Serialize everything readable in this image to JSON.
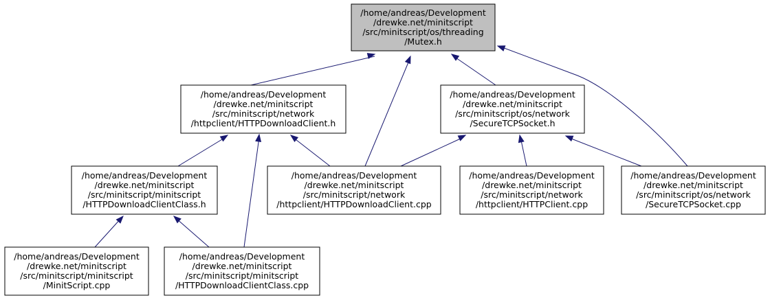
{
  "colors": {
    "edge": "#191970",
    "focus_fill": "#bfbfbf",
    "node_fill": "#ffffff",
    "border": "#000000"
  },
  "nodes": [
    {
      "id": "mutex_h",
      "focus": true,
      "lines": [
        "/home/andreas/Development",
        "/drewke.net/minitscript",
        "/src/minitscript/os/threading",
        "/Mutex.h"
      ]
    },
    {
      "id": "httpdownloadclient_h",
      "lines": [
        "/home/andreas/Development",
        "/drewke.net/minitscript",
        "/src/minitscript/network",
        "/httpclient/HTTPDownloadClient.h"
      ]
    },
    {
      "id": "securetcpsocket_h",
      "lines": [
        "/home/andreas/Development",
        "/drewke.net/minitscript",
        "/src/minitscript/os/network",
        "/SecureTCPSocket.h"
      ]
    },
    {
      "id": "httpdownloadclientclass_h",
      "lines": [
        "/home/andreas/Development",
        "/drewke.net/minitscript",
        "/src/minitscript/minitscript",
        "/HTTPDownloadClientClass.h"
      ]
    },
    {
      "id": "httpdownloadclient_cpp",
      "lines": [
        "/home/andreas/Development",
        "/drewke.net/minitscript",
        "/src/minitscript/network",
        "/httpclient/HTTPDownloadClient.cpp"
      ]
    },
    {
      "id": "httpclient_cpp",
      "lines": [
        "/home/andreas/Development",
        "/drewke.net/minitscript",
        "/src/minitscript/network",
        "/httpclient/HTTPClient.cpp"
      ]
    },
    {
      "id": "securetcpsocket_cpp",
      "lines": [
        "/home/andreas/Development",
        "/drewke.net/minitscript",
        "/src/minitscript/os/network",
        "/SecureTCPSocket.cpp"
      ]
    },
    {
      "id": "minitscript_cpp",
      "lines": [
        "/home/andreas/Development",
        "/drewke.net/minitscript",
        "/src/minitscript/minitscript",
        "/MinitScript.cpp"
      ]
    },
    {
      "id": "httpdownloadclientclass_cpp",
      "lines": [
        "/home/andreas/Development",
        "/drewke.net/minitscript",
        "/src/minitscript/minitscript",
        "/HTTPDownloadClientClass.cpp"
      ]
    }
  ],
  "edges": [
    {
      "from": "httpdownloadclient_h",
      "to": "mutex_h"
    },
    {
      "from": "httpdownloadclient_cpp",
      "to": "mutex_h"
    },
    {
      "from": "securetcpsocket_h",
      "to": "mutex_h"
    },
    {
      "from": "securetcpsocket_cpp",
      "to": "mutex_h"
    },
    {
      "from": "httpdownloadclientclass_h",
      "to": "httpdownloadclient_h"
    },
    {
      "from": "httpdownloadclient_cpp",
      "to": "httpdownloadclient_h"
    },
    {
      "from": "httpdownloadclientclass_cpp",
      "to": "httpdownloadclient_h"
    },
    {
      "from": "httpdownloadclient_cpp",
      "to": "securetcpsocket_h"
    },
    {
      "from": "httpclient_cpp",
      "to": "securetcpsocket_h"
    },
    {
      "from": "securetcpsocket_cpp",
      "to": "securetcpsocket_h"
    },
    {
      "from": "minitscript_cpp",
      "to": "httpdownloadclientclass_h"
    },
    {
      "from": "httpdownloadclientclass_cpp",
      "to": "httpdownloadclientclass_h"
    }
  ]
}
